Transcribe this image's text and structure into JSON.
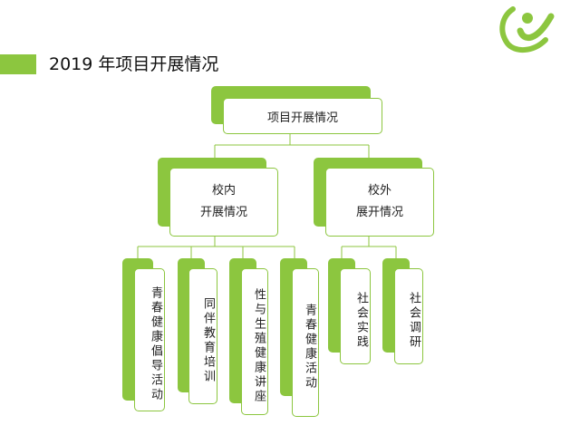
{
  "header": {
    "title": "2019 年项目开展情况"
  },
  "logo": {
    "icon": "green-swoosh-logo-icon",
    "color": "#8cc63f"
  },
  "colors": {
    "accent": "#8cc63f",
    "line": "#8cc63f"
  },
  "diagram": {
    "root": "项目开展情况",
    "branches": [
      {
        "line1": "校内",
        "line2": "开展情况",
        "children": [
          "青春健康倡导活动",
          "同伴教育培训",
          "性与生殖健康讲座",
          "青春健康活动"
        ]
      },
      {
        "line1": "校外",
        "line2": "展开情况",
        "children": [
          "社会实践",
          "社会调研"
        ]
      }
    ]
  }
}
